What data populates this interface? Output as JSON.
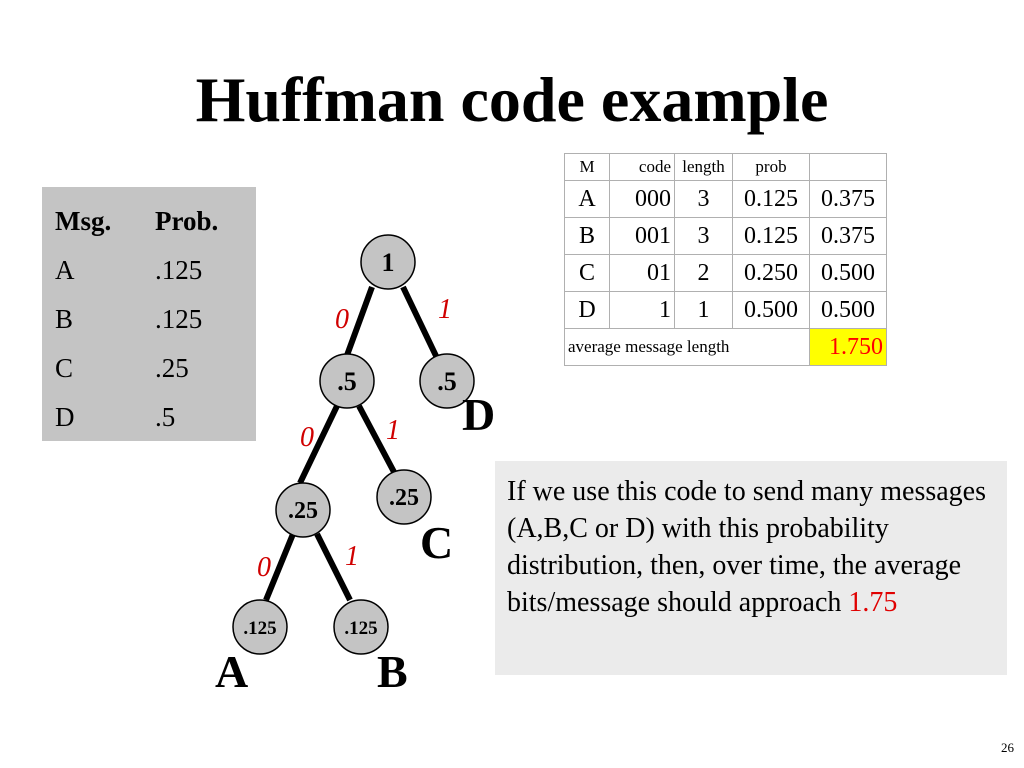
{
  "slide": {
    "title": "Huffman code example",
    "page_number": "26"
  },
  "prob_table": {
    "headers": [
      "Msg.",
      "Prob."
    ],
    "rows": [
      [
        "A",
        ".125"
      ],
      [
        "B",
        ".125"
      ],
      [
        "C",
        ".25"
      ],
      [
        "D",
        ".5"
      ]
    ]
  },
  "code_table": {
    "headers": [
      "M",
      "code",
      "length",
      "prob",
      ""
    ],
    "rows": [
      [
        "A",
        "000",
        "3",
        "0.125",
        "0.375"
      ],
      [
        "B",
        "001",
        "3",
        "0.125",
        "0.375"
      ],
      [
        "C",
        "01",
        "2",
        "0.250",
        "0.500"
      ],
      [
        "D",
        "1",
        "1",
        "0.500",
        "0.500"
      ]
    ],
    "footer_label": "average message length",
    "footer_value": "1.750"
  },
  "tree": {
    "nodes": {
      "root": "1",
      "n1_left": ".5",
      "n1_right": ".5",
      "n2_left": ".25",
      "n2_right": ".25",
      "n3_left": ".125",
      "n3_right": ".125"
    },
    "edge_labels": {
      "e1_left": "0",
      "e1_right": "1",
      "e2_left": "0",
      "e2_right": "1",
      "e3_left": "0",
      "e3_right": "1"
    },
    "leaf_letters": {
      "a": "A",
      "b": "B",
      "c": "C",
      "d": "D"
    }
  },
  "note": {
    "text": "If we use this code to send many messages (A,B,C or D) with this probability distribution, then, over time, the average bits/message should approach ",
    "highlight": "1.75"
  },
  "colors": {
    "node_fill": "#c4c4c4",
    "edge_label": "#d00000",
    "highlight_bg": "#ffff00",
    "highlight_text": "#ff0000"
  }
}
